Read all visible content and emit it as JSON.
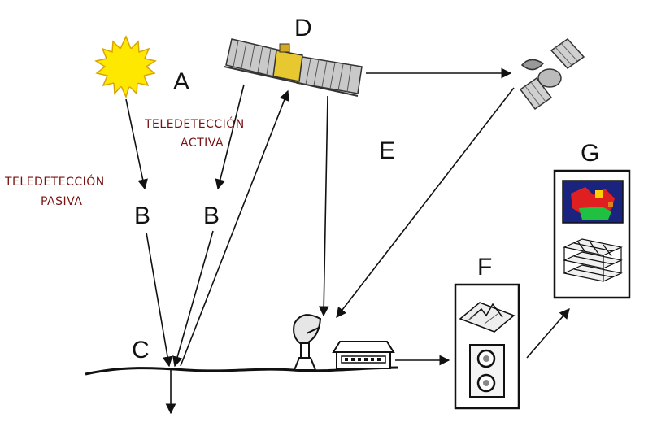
{
  "labels": {
    "a": "A",
    "b1": "B",
    "b2": "B",
    "c": "C",
    "d": "D",
    "e": "E",
    "f": "F",
    "g": "G"
  },
  "notes": {
    "active_line1": "TELEDETECCIÓN",
    "active_line2": "ACTIVA",
    "passive_line1": "TELEDETECCIÓN",
    "passive_line2": "PASIVA"
  },
  "colors": {
    "note_text": "#7a1212",
    "sun": "#ffe800",
    "sun_outline": "#d9a400",
    "line": "#111111"
  },
  "icons": [
    "sun-icon",
    "satellite-icon",
    "relay-satellite-icon",
    "dish-antenna-icon",
    "ground-station-icon",
    "terrain-3d-icon",
    "processing-panel-icon",
    "classified-map-icon",
    "grid-model-icon"
  ]
}
